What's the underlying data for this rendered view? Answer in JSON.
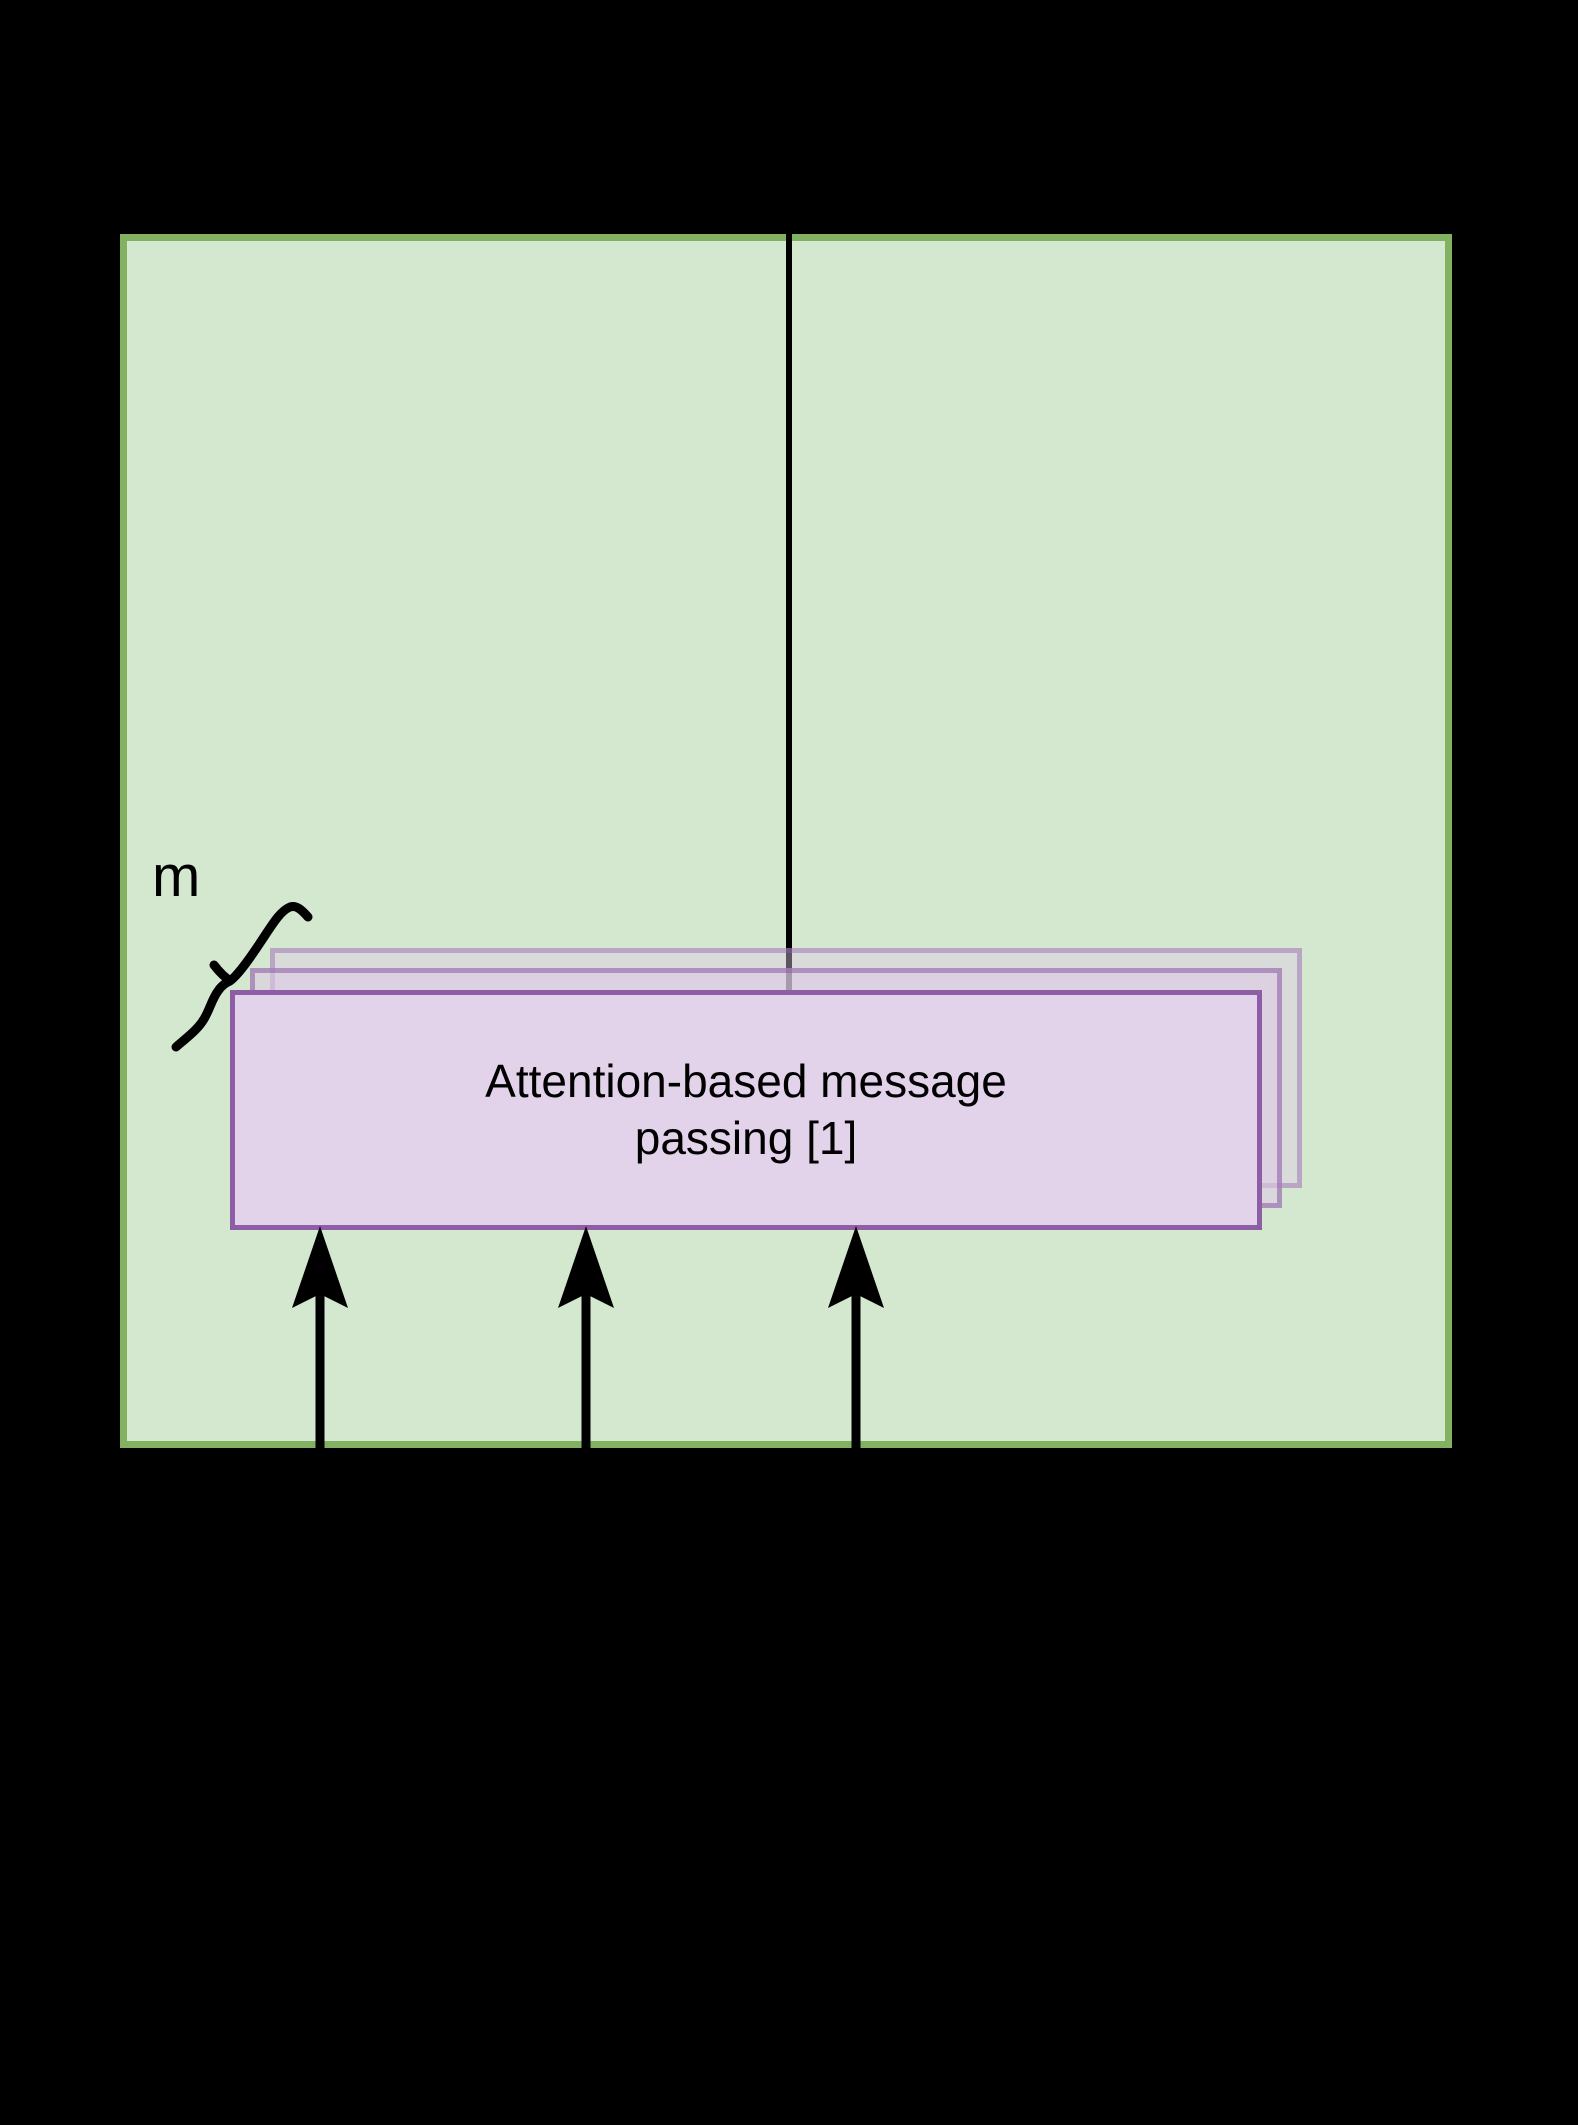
{
  "diagram": {
    "title_text": "",
    "panel": {
      "name": "encoder-block-panel",
      "fill_color": "#d4e8d0",
      "border_color": "#81b161"
    },
    "message_passing_box": {
      "label": "Attention-based message passing [1]",
      "line1": "Attention-based message",
      "line2": "passing [1]",
      "fill_color": "#e2d2ea",
      "border_color": "#8d5ea6",
      "stack_count": 3
    },
    "multiplicity": {
      "label": "m",
      "brace_orientation": "rotated"
    },
    "arrows": {
      "count": 3,
      "direction": "up",
      "color": "#000000"
    },
    "connector_line": {
      "name": "vertical-connector",
      "color": "#000000"
    },
    "background_color": "#000000"
  }
}
